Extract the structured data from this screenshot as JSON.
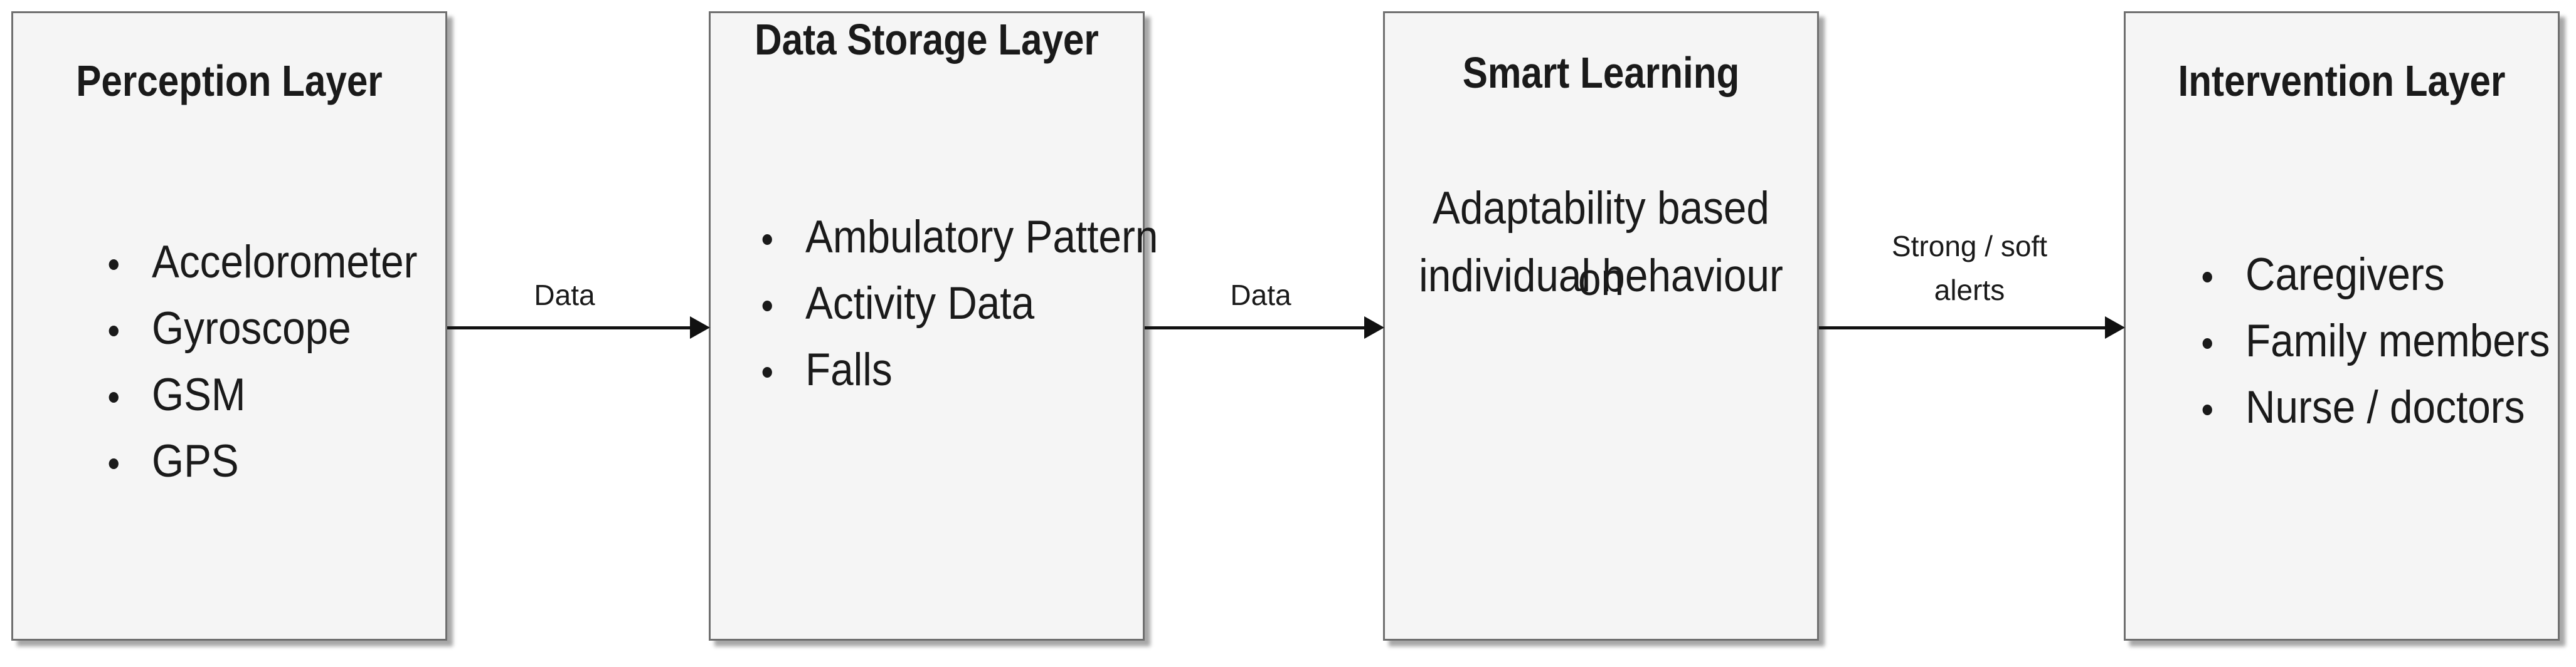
{
  "layers": [
    {
      "title": "Perception Layer",
      "items": [
        "Accelorometer",
        "Gyroscope",
        "GSM",
        "GPS"
      ]
    },
    {
      "title": "Data Storage Layer",
      "items": [
        "Ambulatory Pattern",
        "Activity Data",
        "Falls"
      ]
    },
    {
      "title": "Smart Learning",
      "description_lines": [
        "Adaptability based on",
        "individual behaviour"
      ]
    },
    {
      "title": "Intervention Layer",
      "items": [
        "Caregivers",
        "Family members",
        "Nurse / doctors"
      ]
    }
  ],
  "edges": [
    {
      "from": "Perception Layer",
      "to": "Data Storage Layer",
      "label_lines": [
        "Data"
      ]
    },
    {
      "from": "Data Storage Layer",
      "to": "Smart Learning",
      "label_lines": [
        "Data"
      ]
    },
    {
      "from": "Smart Learning",
      "to": "Intervention Layer",
      "label_lines": [
        "Strong / soft",
        "alerts"
      ]
    }
  ],
  "colors": {
    "box_fill": "#f5f5f5",
    "box_border": "#6f6f6f",
    "arrow": "#111111"
  }
}
